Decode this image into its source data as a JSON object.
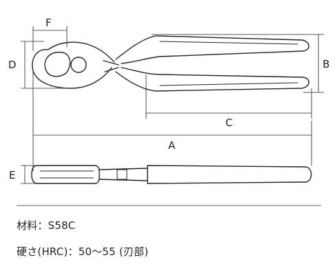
{
  "dimensions": {
    "a": "A",
    "b": "B",
    "c": "C",
    "d": "D",
    "e": "E",
    "f": "F"
  },
  "specs": {
    "material": "材料：S58C",
    "hardness": "硬さ(HRC)：50～55 (刃部)"
  }
}
